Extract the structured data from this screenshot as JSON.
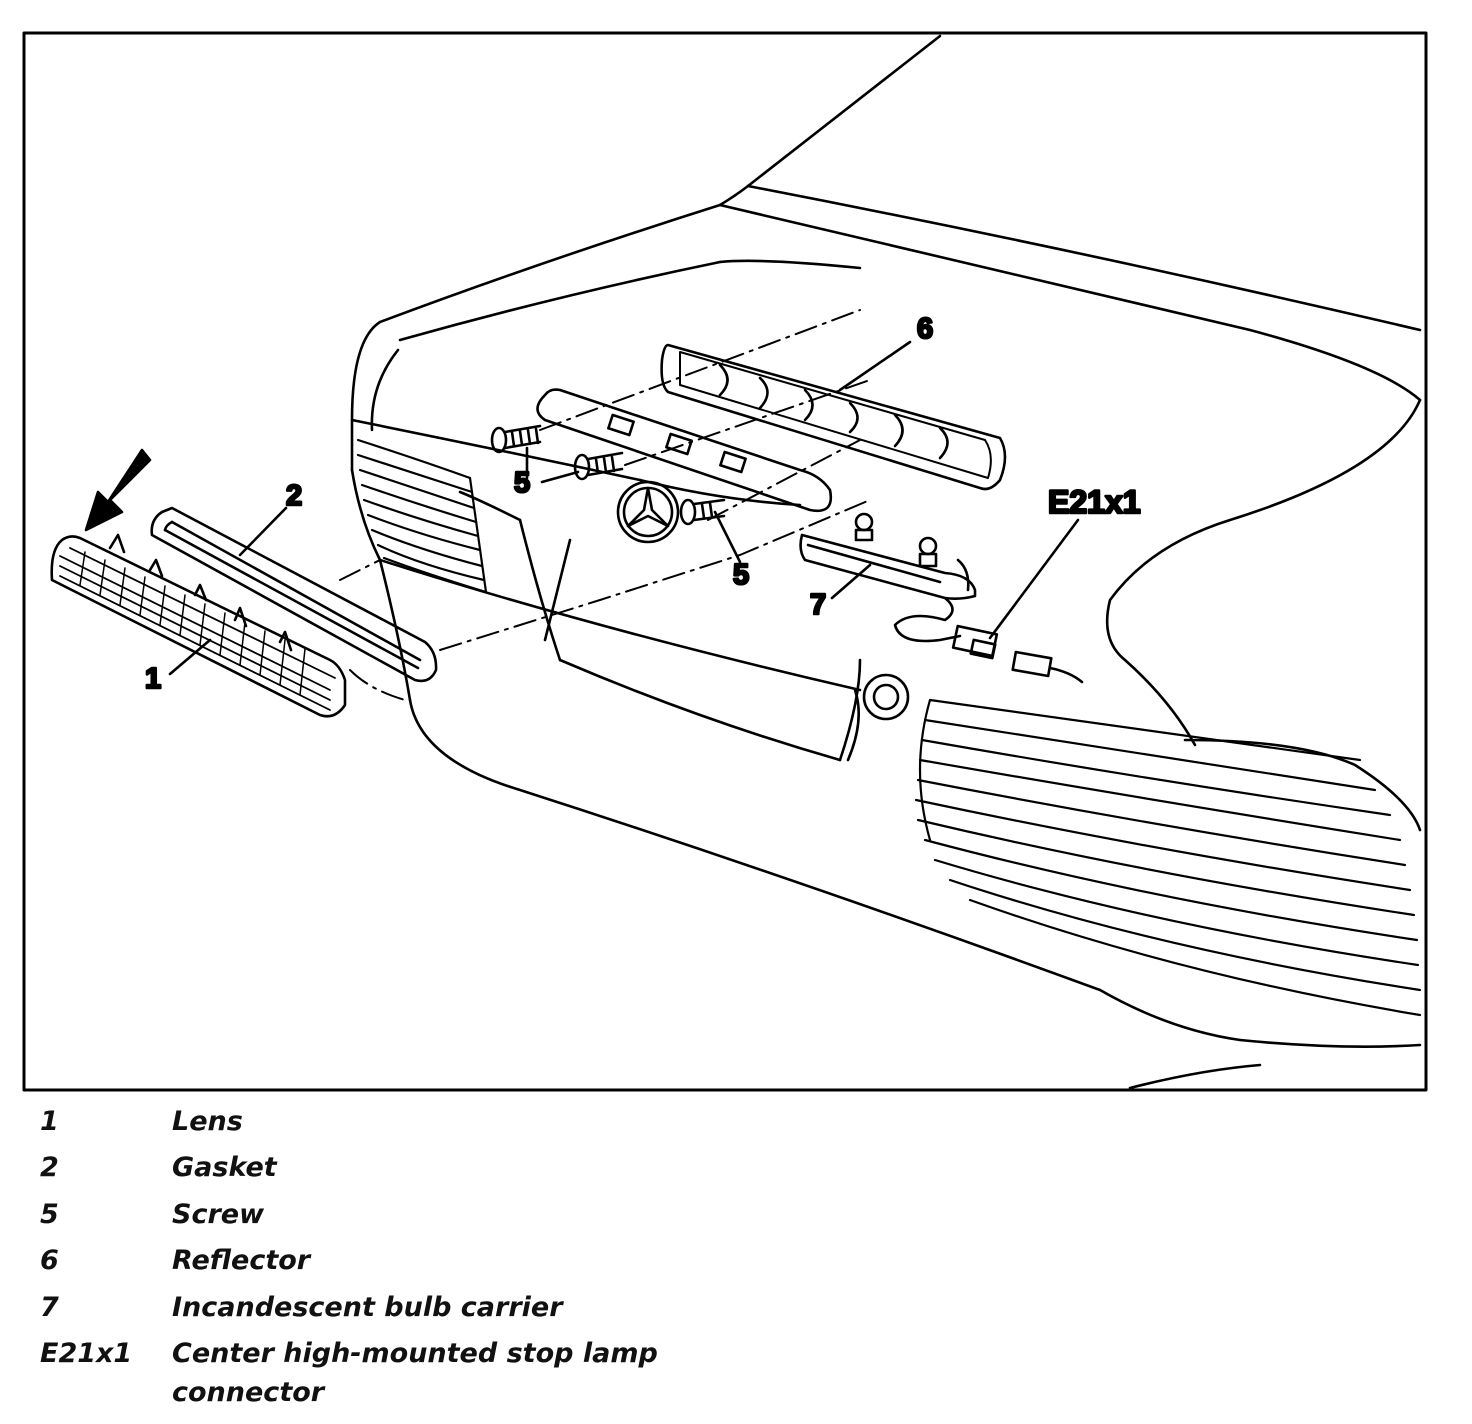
{
  "callouts": {
    "lens": "1",
    "gasket": "2",
    "screw_a": "5",
    "screw_b": "5",
    "reflector": "6",
    "bulb_carrier": "7",
    "connector": "E21x1"
  },
  "legend": [
    {
      "key": "1",
      "text": "Lens"
    },
    {
      "key": "2",
      "text": "Gasket"
    },
    {
      "key": "5",
      "text": "Screw"
    },
    {
      "key": "6",
      "text": "Reflector"
    },
    {
      "key": "7",
      "text": "Incandescent bulb carrier"
    },
    {
      "key": "E21x1",
      "text": "Center high-mounted stop lamp"
    },
    {
      "key": "",
      "text": "connector"
    }
  ]
}
